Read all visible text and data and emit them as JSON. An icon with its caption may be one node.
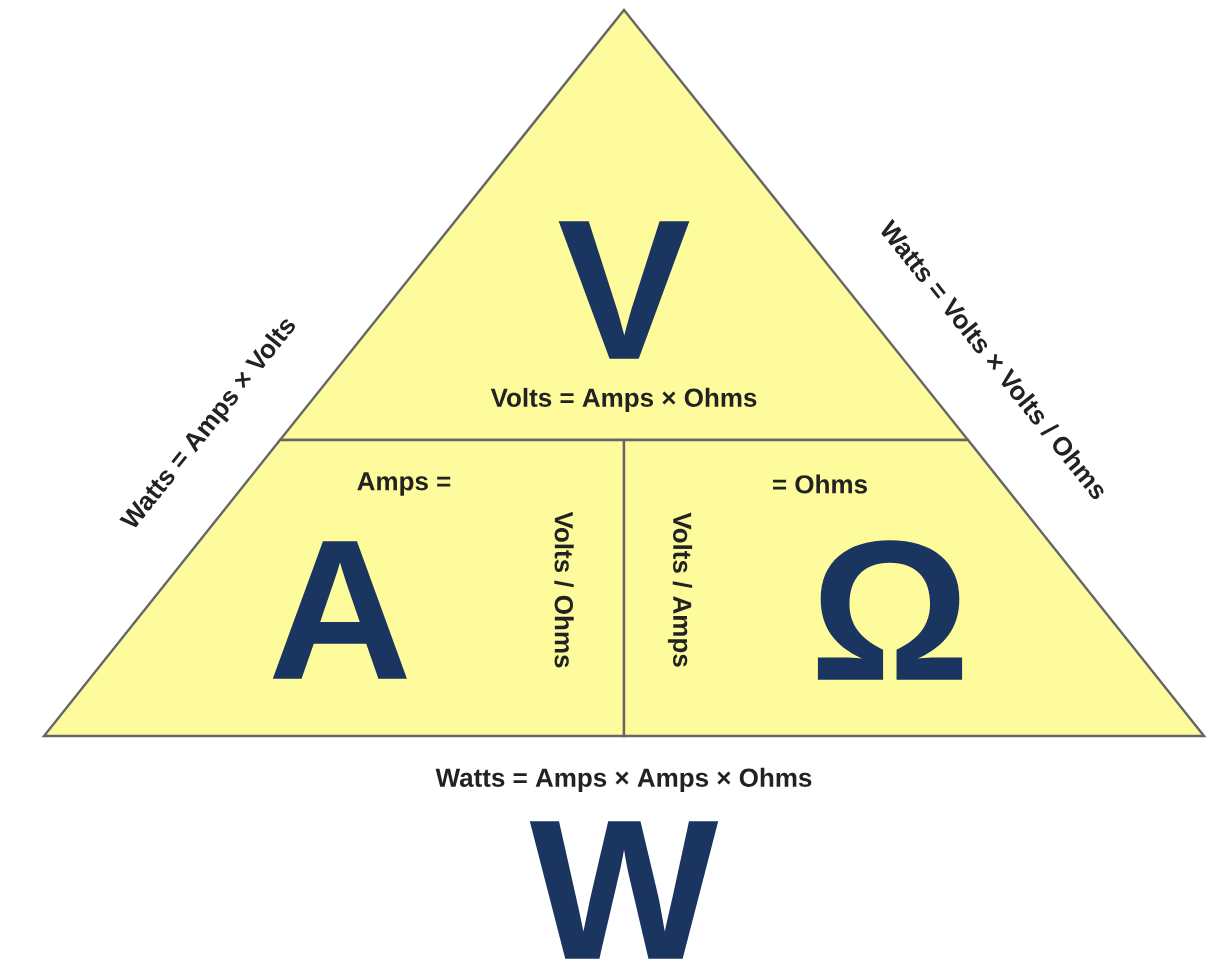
{
  "diagram": {
    "nodes": [
      {
        "text": [
          "V",
          "Volts = Amps × Ohms"
        ]
      },
      {
        "text": [
          "Amps =",
          "Volts / Ohms",
          "A"
        ]
      },
      {
        "text": [
          "= Ohms",
          "Volts / Amps",
          "Ω"
        ]
      }
    ],
    "labels": [
      "Watts = Amps × Volts",
      "Watts = Volts × Volts / Ohms",
      "Watts = Amps × Amps × Ohms",
      "W"
    ]
  }
}
